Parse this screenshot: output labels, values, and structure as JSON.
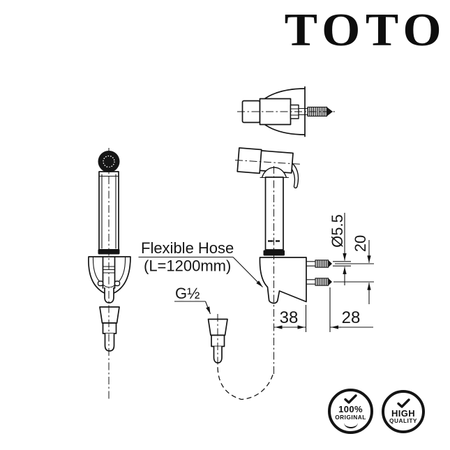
{
  "logo": {
    "text": "TOTO"
  },
  "labels": {
    "flexible_hose_line1": "Flexible Hose",
    "flexible_hose_line2": "(L=1200mm)",
    "thread": "G½"
  },
  "dimensions": {
    "hole_diameter": "Ø5.5",
    "hole_spacing": "20",
    "offset_wall": "38",
    "screw_length": "28"
  },
  "badges": [
    {
      "icon": "check",
      "line1": "100%",
      "line2": "ORIGINAL"
    },
    {
      "icon": "check",
      "line1": "HIGH",
      "line2": "QUALITY"
    }
  ],
  "colors": {
    "ink": "#141414",
    "background": "#ffffff"
  }
}
